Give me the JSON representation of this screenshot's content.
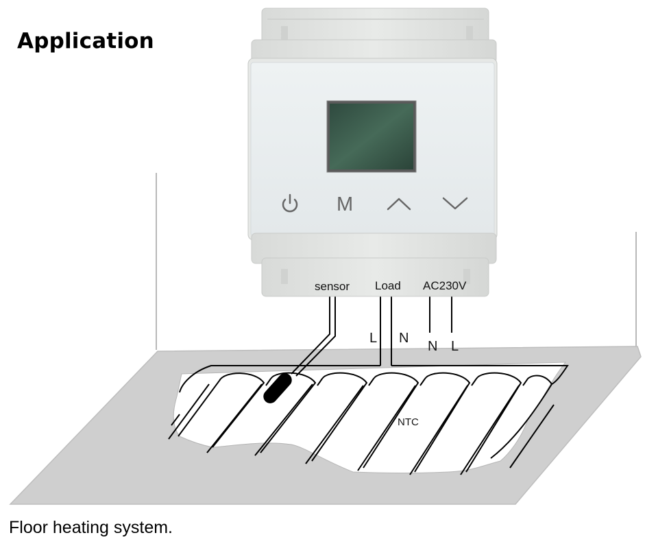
{
  "heading": "Application",
  "caption": "Floor heating system.",
  "device": {
    "buttons": [
      {
        "name": "power-icon",
        "glyph": "power"
      },
      {
        "name": "mode-button",
        "glyph": "M"
      },
      {
        "name": "up-arrow-icon",
        "glyph": "chevron-up"
      },
      {
        "name": "down-arrow-icon",
        "glyph": "chevron-down"
      }
    ]
  },
  "terminals": {
    "sensor": "sensor",
    "load": "Load",
    "power": "AC230V"
  },
  "wires": {
    "load_l": "L",
    "load_n": "N",
    "power_n": "N",
    "power_l": "L"
  },
  "floor": {
    "cable_label": "NTC"
  },
  "colors": {
    "device_body": "#e4e6e4",
    "device_face": "#e9edef",
    "screen_frame": "#6a6a6a",
    "screen_lcd": "#3b5a4a",
    "floor": "#cfcfcf",
    "wire": "#000000"
  }
}
